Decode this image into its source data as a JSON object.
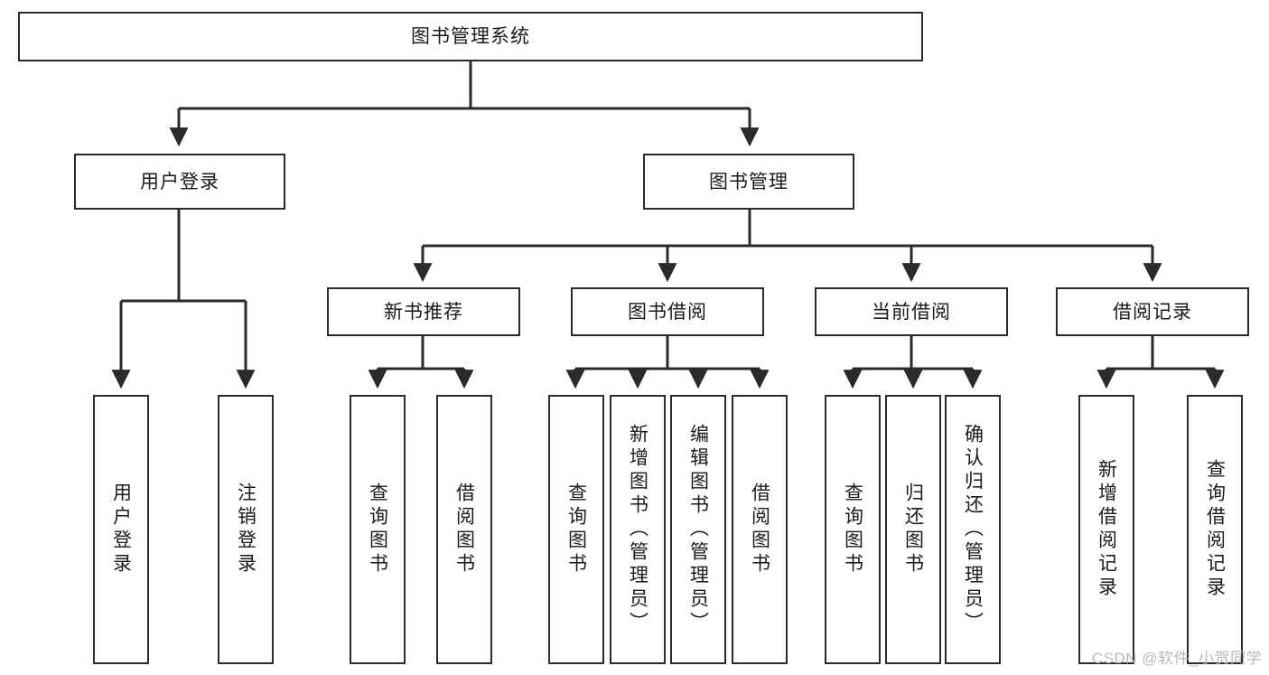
{
  "diagram": {
    "type": "tree-hierarchy",
    "title": "图书管理系统",
    "watermark": "CSDN @软件_小贺同学",
    "colors": {
      "stroke": "#2b2b2b",
      "fill": "#ffffff",
      "text": "#1a1a1a",
      "watermark": "#b9b9b9"
    },
    "nodes": {
      "root": {
        "label": "图书管理系统",
        "orientation": "horizontal"
      },
      "l2": [
        {
          "id": "user-login",
          "label": "用户登录",
          "orientation": "horizontal"
        },
        {
          "id": "book-manage",
          "label": "图书管理",
          "orientation": "horizontal"
        }
      ],
      "l3": [
        {
          "id": "new-book-rec",
          "label": "新书推荐",
          "orientation": "horizontal"
        },
        {
          "id": "book-borrow",
          "label": "图书借阅",
          "orientation": "horizontal"
        },
        {
          "id": "current-borrow",
          "label": "当前借阅",
          "orientation": "horizontal"
        },
        {
          "id": "borrow-record",
          "label": "借阅记录",
          "orientation": "horizontal"
        }
      ],
      "leaves": [
        {
          "id": "leaf-user-login",
          "label": "用户登录",
          "orientation": "vertical",
          "parent": "user-login"
        },
        {
          "id": "leaf-user-logout",
          "label": "注销登录",
          "orientation": "vertical",
          "parent": "user-login"
        },
        {
          "id": "leaf-query-book-1",
          "label": "查询图书",
          "orientation": "vertical",
          "parent": "new-book-rec"
        },
        {
          "id": "leaf-borrow-book-1",
          "label": "借阅图书",
          "orientation": "vertical",
          "parent": "new-book-rec"
        },
        {
          "id": "leaf-query-book-2",
          "label": "查询图书",
          "orientation": "vertical",
          "parent": "book-borrow"
        },
        {
          "id": "leaf-add-book",
          "label": "新增图书（管理员）",
          "orientation": "vertical",
          "parent": "book-borrow"
        },
        {
          "id": "leaf-edit-book",
          "label": "编辑图书（管理员）",
          "orientation": "vertical",
          "parent": "book-borrow"
        },
        {
          "id": "leaf-borrow-book-2",
          "label": "借阅图书",
          "orientation": "vertical",
          "parent": "book-borrow"
        },
        {
          "id": "leaf-query-book-3",
          "label": "查询图书",
          "orientation": "vertical",
          "parent": "current-borrow"
        },
        {
          "id": "leaf-return-book",
          "label": "归还图书",
          "orientation": "vertical",
          "parent": "current-borrow"
        },
        {
          "id": "leaf-confirm-return",
          "label": "确认归还（管理员）",
          "orientation": "vertical",
          "parent": "current-borrow"
        },
        {
          "id": "leaf-add-record",
          "label": "新增借阅记录",
          "orientation": "vertical",
          "parent": "borrow-record"
        },
        {
          "id": "leaf-query-record",
          "label": "查询借阅记录",
          "orientation": "vertical",
          "parent": "borrow-record"
        }
      ]
    }
  }
}
